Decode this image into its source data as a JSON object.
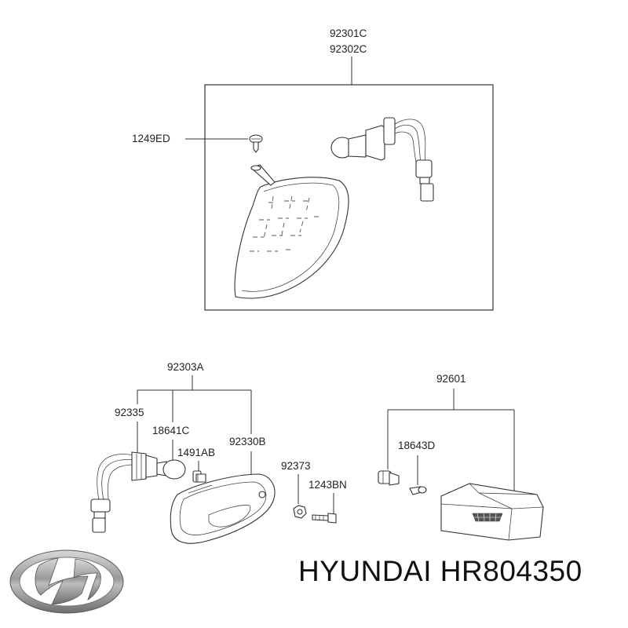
{
  "labels": {
    "assembly_upper_1": "92301C",
    "assembly_upper_2": "92302C",
    "screw_upper": "1249ED",
    "side_lamp_assembly": "92303A",
    "socket": "92335",
    "bulb_side": "18641C",
    "small_bulb": "1491AB",
    "lens_side": "92330B",
    "nut": "92373",
    "bolt": "1243BN",
    "rear_assembly": "92601",
    "bulb_rear": "18643D"
  },
  "brand": {
    "text": "HYUNDAI HR804350"
  }
}
